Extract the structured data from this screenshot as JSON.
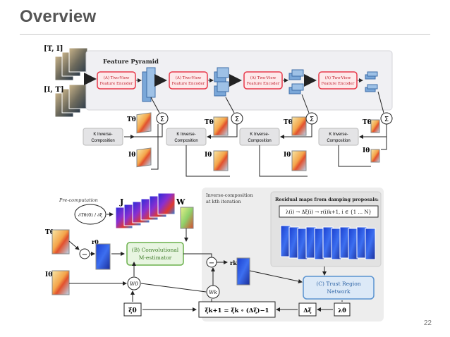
{
  "slide": {
    "title": "Overview",
    "page_number": "22"
  },
  "figure_top": {
    "input_top_label": "[T, I]",
    "input_bottom_label": "[I, T]",
    "feature_pyramid_label": "Feature Pyramid",
    "encoder_line1": "(A) Two-View",
    "encoder_line2": "Feature Encoder",
    "sum_symbol": "Σ",
    "t_theta": "Tθ",
    "i_theta": "Iθ",
    "kinv_line1": "K Inverse-",
    "kinv_line2": "Composition"
  },
  "figure_bottom": {
    "precomputation_label": "Pre-computation",
    "jacobian_expr": "∂Tθ(0) / ∂ξ",
    "j_label": "J",
    "w_label": "W",
    "t_theta": "Tθ",
    "i_theta": "Iθ",
    "r0_label": "r0",
    "rk_label": "rk",
    "minus_symbol": "−",
    "m_estimator_line1": "(B) Convolutional",
    "m_estimator_line2": "M-estimator",
    "warp_w0": "W0",
    "warp_wk": "Wk",
    "inverse_comp_line1": "Inverse-composition",
    "inverse_comp_line2": "at kth iteration",
    "residual_maps_label": "Residual maps from damping proposals:",
    "residual_formula": "λ(i) → Δξ(i) → r(i)k+1, i ∈ {1 ... N}",
    "trust_region_line1": "(C) Trust Region",
    "trust_region_line2": "Network",
    "xi0_label": "ξ0",
    "update_formula": "ξk+1 = ξk ∘ (Δξ)−1",
    "delta_xi": "Δξ",
    "lambda_theta": "λθ"
  },
  "colors": {
    "title": "#555555",
    "encoder_border": "#e8394a",
    "encoder_fill": "#fde9ea",
    "pyramid_panel": "#f0f0f3",
    "block_blue": "#7aa7d8",
    "mest_border": "#6ab04c",
    "mest_fill": "#e8f5e1",
    "trust_border": "#5a93d0",
    "trust_fill": "#dce9f7",
    "gray_panel": "#ededed"
  }
}
